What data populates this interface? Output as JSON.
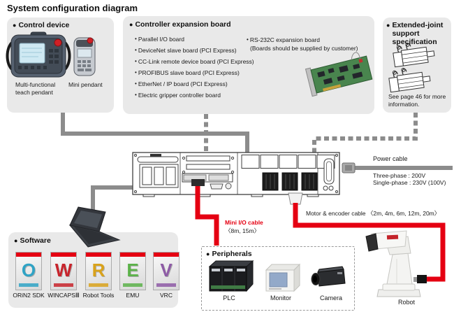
{
  "title": "System configuration diagram",
  "glyphs": {
    "bullet": "●",
    "item_dot": "•"
  },
  "control_device": {
    "header": "Control device",
    "devices": [
      {
        "label": "Multi-functional\nteach pendant"
      },
      {
        "label": "Mini pendant"
      }
    ]
  },
  "expansion_board": {
    "header": "Controller expansion board",
    "boards": [
      "Parallel I/O board",
      "DeviceNet slave board (PCI Express)",
      "CC-Link remote device board (PCI Express)",
      "PROFIBUS slave board (PCI Express)",
      "EtherNet / IP board (PCI Express)",
      "Electric gripper controller board"
    ],
    "boards_right": [
      "RS-232C expansion board"
    ],
    "note": "(Boards should be supplied by customer)"
  },
  "extended_joint": {
    "header": "Extended-joint support specification",
    "note": "See page 46 for more information."
  },
  "software": {
    "header": "Software",
    "packages": [
      {
        "label": "ORiN2 SDK",
        "letter": "O",
        "color": "#2fa3c5"
      },
      {
        "label": "WINCAPSⅢ",
        "letter": "W",
        "color": "#c8242c"
      },
      {
        "label": "Robot Tools",
        "letter": "R",
        "color": "#d9a21b"
      },
      {
        "label": "EMU",
        "letter": "E",
        "color": "#5cb24a"
      },
      {
        "label": "VRC",
        "letter": "V",
        "color": "#8e5ba6"
      }
    ]
  },
  "peripherals": {
    "header": "Peripherals",
    "items": [
      {
        "label": "PLC"
      },
      {
        "label": "Monitor"
      },
      {
        "label": "Camera"
      }
    ]
  },
  "cables": {
    "power": {
      "label": "Power cable",
      "spec1": "Three-phase : 200V",
      "spec2": "Single-phase : 230V (100V)"
    },
    "motor_encoder": {
      "label": "Motor & encoder cable 〈2m, 4m, 6m, 12m, 20m〉"
    },
    "mini_io": {
      "label": "Mini I/O cable",
      "spec": "〈8m, 15m〉"
    }
  },
  "robot": {
    "label": "Robot"
  },
  "colors": {
    "red": "#e50012",
    "cable_gray": "#8c8c8c",
    "box_bg": "#e9e9e9"
  }
}
